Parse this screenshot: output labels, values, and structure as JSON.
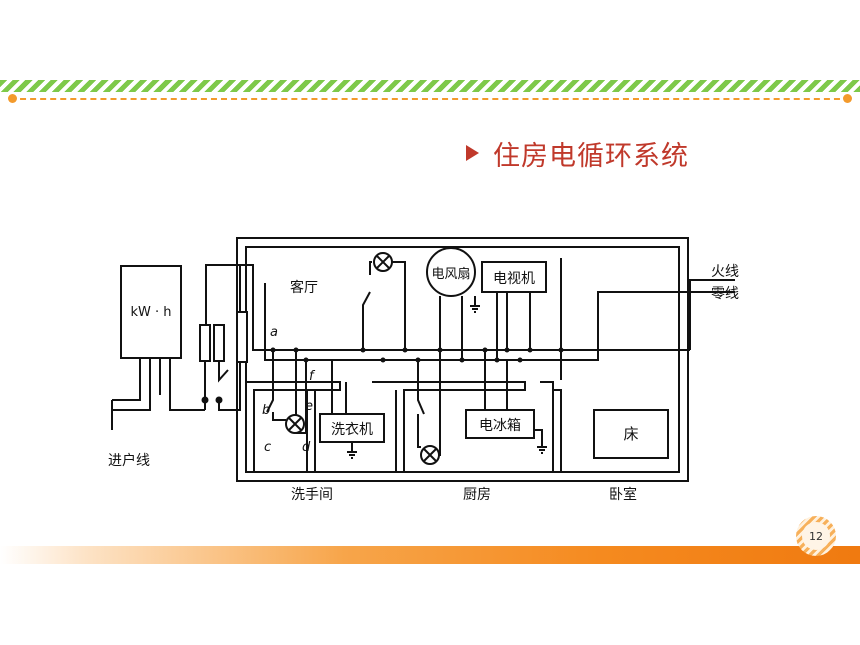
{
  "slide": {
    "title": "住房电循环系统",
    "page_number": "12",
    "colors": {
      "accent_green": "#7ec94a",
      "accent_orange": "#f39a2c",
      "title_red": "#c0392b"
    }
  },
  "diagram": {
    "meter_label": "kW · h",
    "live_wire": "火线",
    "neutral_wire": "零线",
    "incoming_label": "进户线",
    "rooms": {
      "living": "客厅",
      "washroom": "洗手间",
      "kitchen": "厨房",
      "bedroom": "卧室"
    },
    "appliances": {
      "fan": "电风扇",
      "tv": "电视机",
      "washer": "洗衣机",
      "fridge": "电冰箱",
      "bed": "床"
    },
    "points": {
      "a": "a",
      "b": "b",
      "c": "c",
      "d": "d",
      "e": "e",
      "f": "f"
    }
  }
}
